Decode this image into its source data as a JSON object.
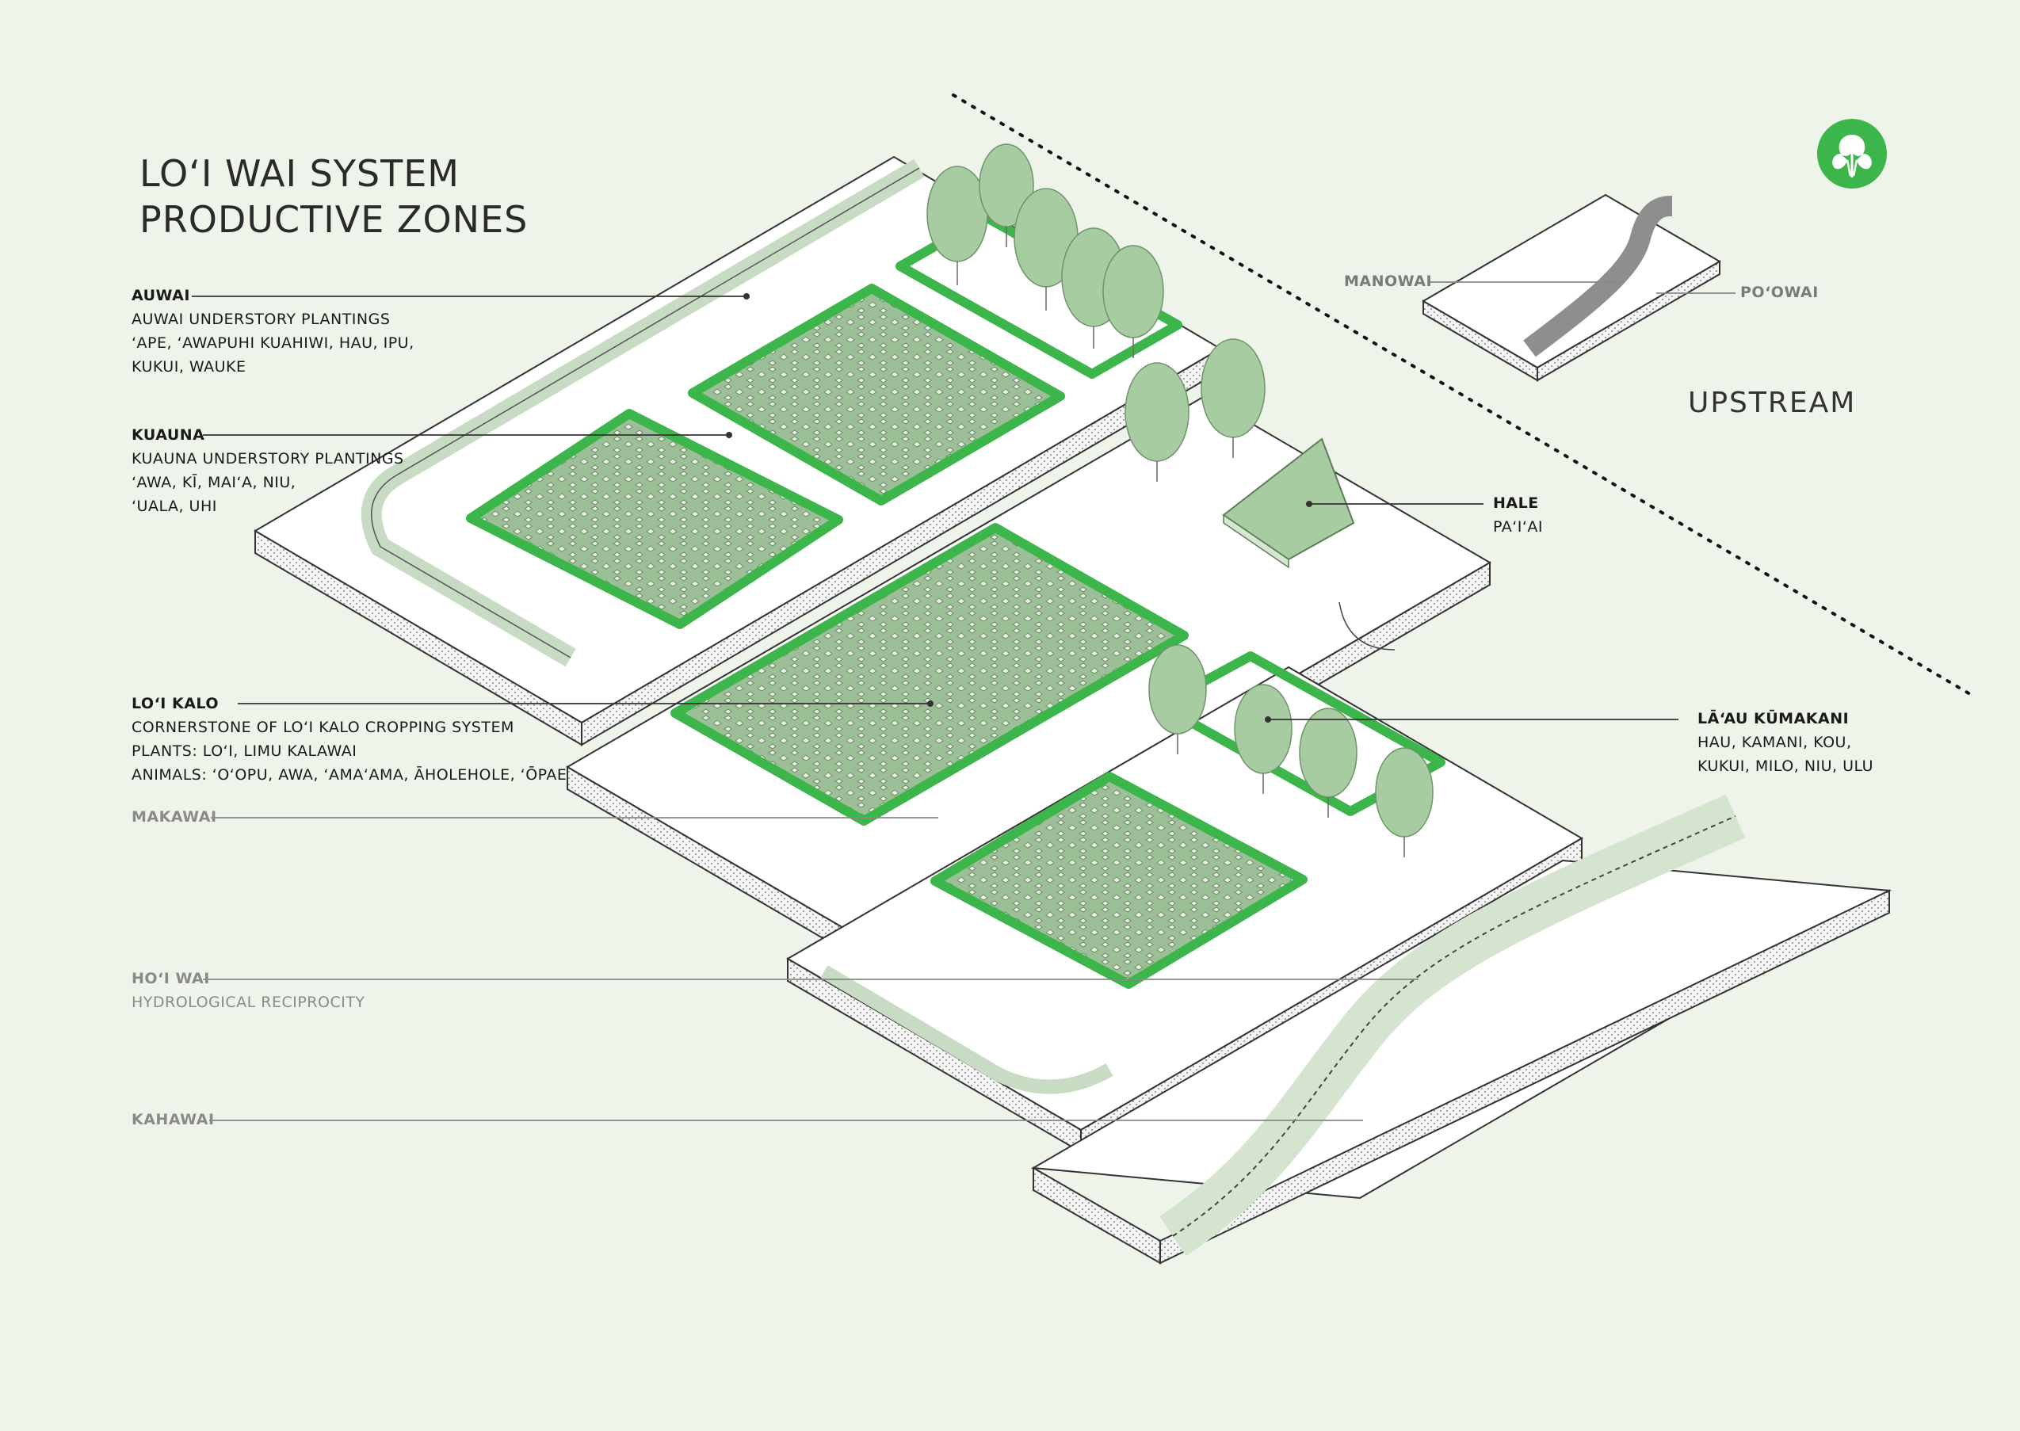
{
  "title": {
    "line1": "LO‘I WAI SYSTEM",
    "line2": "PRODUCTIVE ZONES"
  },
  "labels": {
    "auwai": {
      "heading": "AUWAI",
      "lines": [
        "AUWAI UNDERSTORY PLANTINGS",
        "‘APE, ‘AWAPUHI KUAHIWI, HAU, IPU,",
        "KUKUI, WAUKE"
      ]
    },
    "kuauna": {
      "heading": "KUAUNA",
      "lines": [
        "KUAUNA UNDERSTORY PLANTINGS",
        "‘AWA, KĪ, MAI‘A, NIU,",
        "‘UALA, UHI"
      ]
    },
    "loi_kalo": {
      "heading": "LO‘I KALO",
      "lines": [
        "CORNERSTONE OF LO‘I KALO CROPPING SYSTEM",
        "PLANTS: LO‘I, LIMU KALAWAI",
        "ANIMALS: ‘O‘OPU, AWA, ‘AMA‘AMA, ĀHOLEHOLE, ‘ŌPAE"
      ]
    },
    "makawai": {
      "heading": "MAKAWAI"
    },
    "hoi_wai": {
      "heading": "HO‘I WAI",
      "lines": [
        "HYDROLOGICAL RECIPROCITY"
      ]
    },
    "kahawai": {
      "heading": "KAHAWAI"
    },
    "hale": {
      "heading": "HALE",
      "lines": [
        "PA‘I‘AI"
      ]
    },
    "laau_kumakani": {
      "heading": "LĀ‘AU KŪMAKANI",
      "lines": [
        "HAU, KAMANI, KOU,",
        "KUKUI, MILO, NIU, ULU"
      ]
    },
    "manowai": {
      "heading": "MANOWAI"
    },
    "poowai": {
      "heading": "PO‘OWAI"
    }
  },
  "upstream": "UPSTREAM",
  "colors": {
    "background": "#eef4ea",
    "accent_green": "#3cb54a",
    "field_fill": "#9fc19a",
    "tree_fill": "#a8cca2",
    "platform_white": "#ffffff",
    "line": "#333333"
  },
  "icons": {
    "logo": "taro-leaf-logo-icon"
  }
}
